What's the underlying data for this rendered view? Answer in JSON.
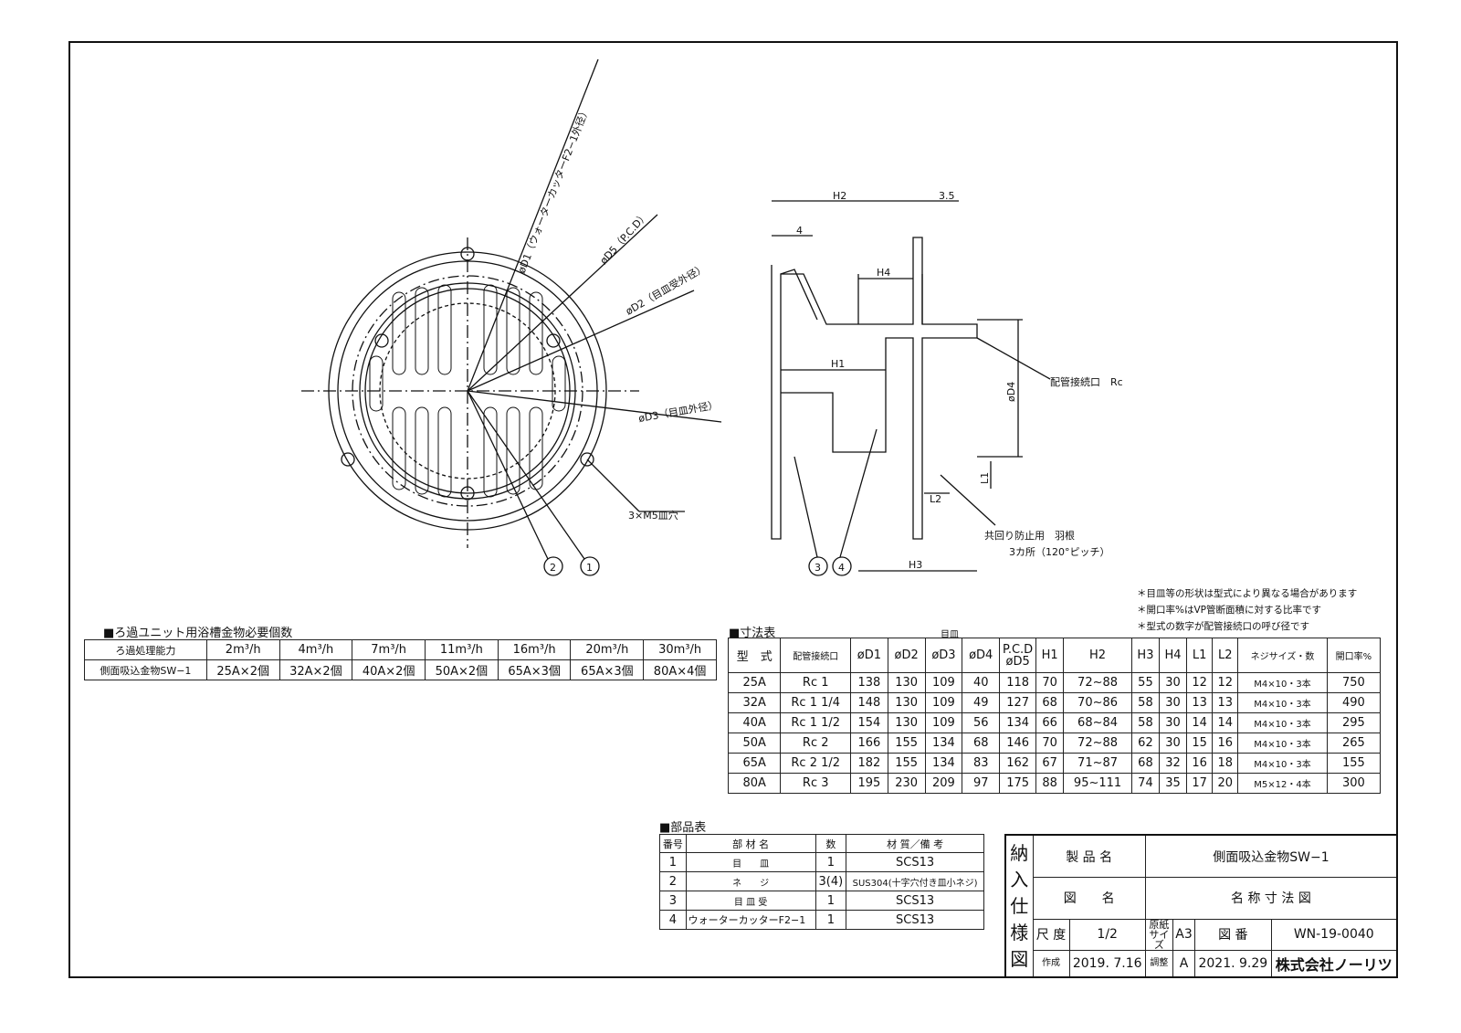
{
  "drawing": {
    "front_labels": {
      "d1": "øD1（ウォーターカッターF2−1外径）",
      "d5": "øD5（P.C.D）",
      "d2": "øD2（目皿受外径）",
      "d3": "øD3（目皿外径）",
      "holes": "3×M5皿穴",
      "p2": "2",
      "p1": "1"
    },
    "side_labels": {
      "h2": "H2",
      "t35": "3.5",
      "t4": "4",
      "h4": "H4",
      "h1": "H1",
      "d4": "øD4",
      "l1": "L1",
      "l2": "L2",
      "h3": "H3",
      "rc": "配管接続口　Rc",
      "fin1": "共回り防止用　羽根",
      "fin2": "3カ所（120°ピッチ）",
      "p3": "3",
      "p4": "4"
    }
  },
  "notes": [
    "＊目皿等の形状は型式により異なる場合があります",
    "＊開口率%はVP管断面積に対する比率です",
    "＊型式の数字が配管接続口の呼び径です"
  ],
  "filter_table": {
    "title": "■ろ過ユニット用浴槽金物必要個数",
    "headers": [
      "ろ過処理能力",
      "2m³/h",
      "4m³/h",
      "7m³/h",
      "11m³/h",
      "16m³/h",
      "20m³/h",
      "30m³/h"
    ],
    "row": [
      "側面吸込金物SW−1",
      "25A×2個",
      "32A×2個",
      "40A×2個",
      "50A×2個",
      "65A×3個",
      "65A×3個",
      "80A×4個"
    ]
  },
  "dim_table": {
    "title": "■寸法表",
    "group_label": "目皿",
    "headers": [
      "型　式",
      "配管接続口",
      "øD1",
      "øD2",
      "øD3",
      "øD4",
      "P.C.D øD5",
      "H1",
      "H2",
      "H3",
      "H4",
      "L1",
      "L2",
      "ネジサイズ・数",
      "開口率%"
    ],
    "rows": [
      [
        "25A",
        "Rc 1",
        "138",
        "130",
        "109",
        "40",
        "118",
        "70",
        "72~88",
        "55",
        "30",
        "12",
        "12",
        "M4×10・3本",
        "750"
      ],
      [
        "32A",
        "Rc 1 1/4",
        "148",
        "130",
        "109",
        "49",
        "127",
        "68",
        "70~86",
        "58",
        "30",
        "13",
        "13",
        "M4×10・3本",
        "490"
      ],
      [
        "40A",
        "Rc 1 1/2",
        "154",
        "130",
        "109",
        "56",
        "134",
        "66",
        "68~84",
        "58",
        "30",
        "14",
        "14",
        "M4×10・3本",
        "295"
      ],
      [
        "50A",
        "Rc 2",
        "166",
        "155",
        "134",
        "68",
        "146",
        "70",
        "72~88",
        "62",
        "30",
        "15",
        "16",
        "M4×10・3本",
        "265"
      ],
      [
        "65A",
        "Rc 2 1/2",
        "182",
        "155",
        "134",
        "83",
        "162",
        "67",
        "71~87",
        "68",
        "32",
        "16",
        "18",
        "M4×10・3本",
        "155"
      ],
      [
        "80A",
        "Rc 3",
        "195",
        "230",
        "209",
        "97",
        "175",
        "88",
        "95~111",
        "74",
        "35",
        "17",
        "20",
        "M5×12・4本",
        "300"
      ]
    ]
  },
  "parts_table": {
    "title": "■部品表",
    "headers": [
      "番号",
      "部 材 名",
      "数",
      "材 質／備 考"
    ],
    "rows": [
      [
        "1",
        "目　　皿",
        "1",
        "SCS13"
      ],
      [
        "2",
        "ネ　　ジ",
        "3(4)",
        "SUS304(十字穴付き皿小ネジ)"
      ],
      [
        "3",
        "目 皿 受",
        "1",
        "SCS13"
      ],
      [
        "4",
        "ウォーターカッターF2−1",
        "1",
        "SCS13"
      ]
    ]
  },
  "title_block": {
    "side": "納入仕様図",
    "product_label": "製 品 名",
    "product": "側面吸込金物SW−1",
    "drawing_label": "図　　名",
    "drawing": "名 称 寸 法 図",
    "scale_label": "尺 度",
    "scale": "1/2",
    "paper_label": "原紙サイズ",
    "paper": "A3",
    "no_label": "図 番",
    "no": "WN-19-0040",
    "made_label": "作成",
    "made": "2019. 7.16",
    "rev_label": "調整",
    "rev": "A",
    "rev_date": "2021. 9.29",
    "company": "株式会社ノーリツ"
  }
}
